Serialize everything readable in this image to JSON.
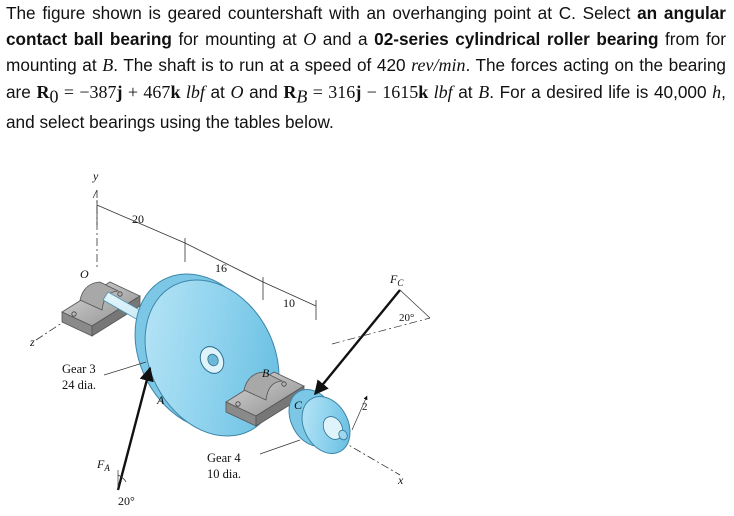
{
  "problem": {
    "seg1": "The figure shown is geared countershaft with an overhanging point at C. Select ",
    "bold1": "an angular contact ball bearing",
    "seg2": " for mounting at ",
    "point_O": "O",
    "seg3": " and a ",
    "bold2": "02-series cylindrical roller bearing",
    "seg4": " from for mounting at ",
    "point_B": "B",
    "seg5": ". The shaft is to run at a speed of 420 ",
    "speed_unit": "rev/min",
    "seg6": ". The forces acting on the bearing are ",
    "R0_symbol": "R",
    "R0_sub": "0",
    "R0_eq": " = −387",
    "R0_j": "j",
    "R0_plus": " + 467",
    "R0_k": "k",
    "R0_unit": " lbf",
    "seg7": " at ",
    "point_O2": "O",
    "seg8": " and ",
    "RB_symbol": "R",
    "RB_sub": "B",
    "RB_eq": " = 316",
    "RB_j": "j",
    "RB_minus": " − 1615",
    "RB_k": "k",
    "RB_unit": " lbf",
    "seg9": " at ",
    "point_B2": "B",
    "seg10": ". For a desired life is 40,000 ",
    "life_unit": "h",
    "seg11": ", and select bearings using the tables below."
  },
  "figure": {
    "axis_y": "y",
    "axis_z": "z",
    "axis_x": "x",
    "point_O": "O",
    "point_A": "A",
    "point_B": "B",
    "point_C": "C",
    "dim_20": "20",
    "dim_16": "16",
    "dim_10": "10",
    "gear3_line1": "Gear 3",
    "gear3_line2": "24 dia.",
    "gear4_line1": "Gear 4",
    "gear4_line2": "10 dia.",
    "force_A": "F",
    "force_A_sub": "A",
    "force_C": "F",
    "force_C_sub": "C",
    "angle_A": "20°",
    "angle_C": "20°",
    "label_2": "2"
  }
}
